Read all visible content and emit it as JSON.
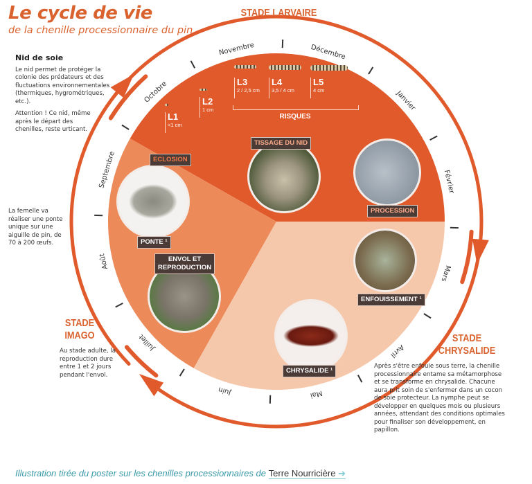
{
  "title": "Le cycle de vie",
  "subtitle": "de la chenille processionnaire du pin",
  "colors": {
    "larvaire": "#e05a2b",
    "imago": "#ec8a5a",
    "chrysalide": "#f6c8ab",
    "accent": "#d9622e",
    "label_bg": "#4b3b37"
  },
  "months": [
    "Novembre",
    "Décembre",
    "Janvier",
    "Février",
    "Mars",
    "Avril",
    "Mai",
    "Juin",
    "Juillet",
    "Août",
    "Septembre",
    "Octobre"
  ],
  "stages": {
    "larvaire": "STADE LARVAIRE",
    "imago_1": "STADE",
    "imago_2": "IMAGO",
    "chrysalide_1": "STADE",
    "chrysalide_2": "CHRYSALIDE"
  },
  "larval_stages": [
    {
      "name": "L1",
      "size": "<1 cm"
    },
    {
      "name": "L2",
      "size": "1 cm"
    },
    {
      "name": "L3",
      "size": "2 / 2,5 cm"
    },
    {
      "name": "L4",
      "size": "3,5 / 4 cm"
    },
    {
      "name": "L5",
      "size": "4 cm"
    }
  ],
  "risques": "RISQUES",
  "labels": {
    "eclosion": "ECLOSION",
    "tissage": "TISSAGE DU NID",
    "procession": "PROCESSION",
    "enfouissement": "ENFOUISSEMENT ¹",
    "chrysalide": "CHRYSALIDE ¹",
    "ponte": "PONTE ¹",
    "envol_1": "ENVOL ET",
    "envol_2": "REPRODUCTION"
  },
  "notes": {
    "nid_title": "Nid de soie",
    "nid_p1": "Le nid permet de protéger la colonie des prédateurs et des fluctuations environnementales (thermiques, hygrométriques, etc.).",
    "nid_p2": "Attention ! Ce nid, même après le départ des chenilles, reste urticant.",
    "femelle": "La femelle va réaliser une ponte unique sur une aiguille de pin, de 70 à 200 œufs.",
    "imago": "Au stade adulte, la reproduction dure entre 1 et 2 jours pendant l'envol.",
    "chrysalide": "Après s'être enfouie sous terre, la chenille processionnaire entame sa métamorphose et se transforme en chrysalide. Chacune aura prit soin de s'enfermer dans un cocon de soie protecteur. La nymphe peut se développer en quelques mois ou plusieurs années, attendant des conditions optimales pour finaliser son développement, en papillon."
  },
  "footer": {
    "text": "Illustration tirée du poster sur les chenilles processionnaires de ",
    "link": "Terre Nourricière",
    "link_icon": "external-link-icon"
  }
}
